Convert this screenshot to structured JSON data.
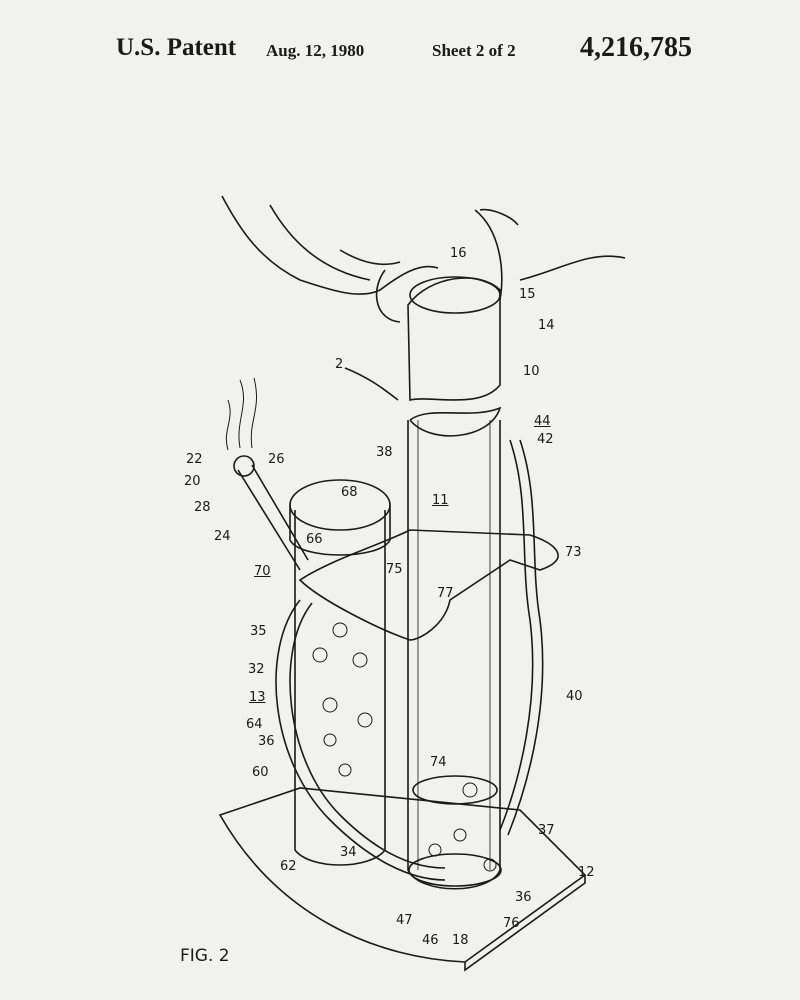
{
  "header": {
    "title": "U.S. Patent",
    "date": "Aug. 12, 1980",
    "sheet": "Sheet 2 of 2",
    "patent_number": "4,216,785"
  },
  "figure_label": "FIG. 2",
  "reference_numerals": [
    "16",
    "15",
    "14",
    "10",
    "2",
    "44",
    "42",
    "38",
    "11",
    "73",
    "77",
    "40",
    "74",
    "37",
    "12",
    "36",
    "76",
    "18",
    "46",
    "47",
    "34",
    "62",
    "60",
    "36",
    "64",
    "13",
    "32",
    "35",
    "70",
    "75",
    "66",
    "24",
    "68",
    "28",
    "20",
    "22",
    "26"
  ]
}
